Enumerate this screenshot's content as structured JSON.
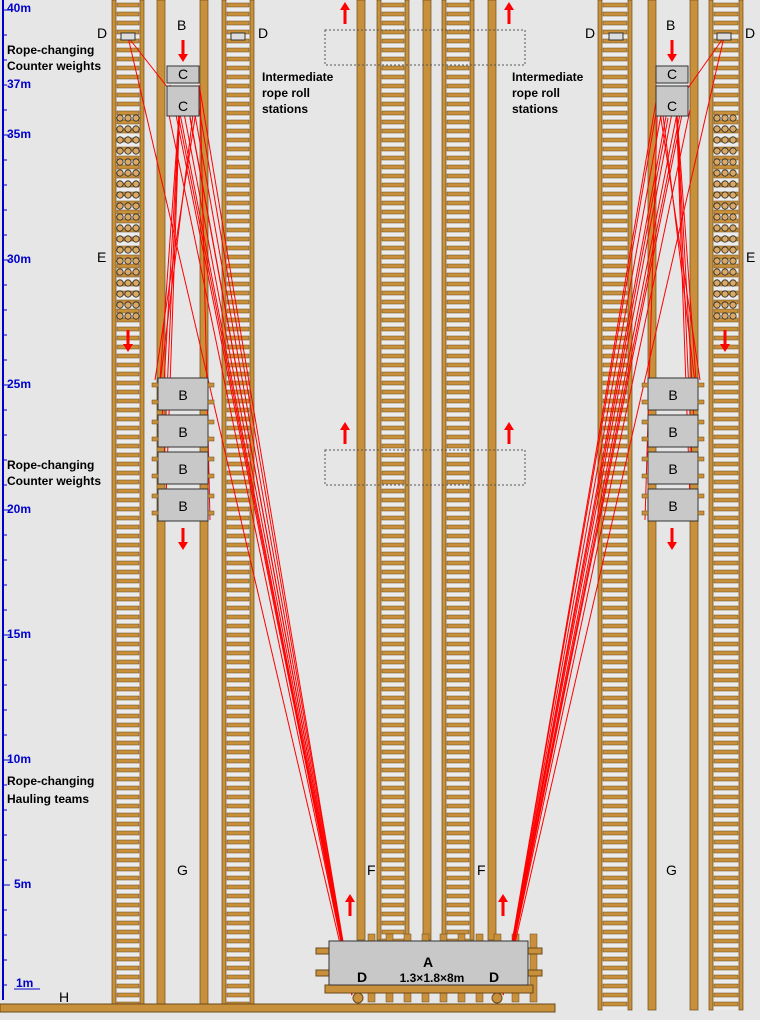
{
  "scale": {
    "marks": [
      "40m",
      "37m",
      "35m",
      "30m",
      "25m",
      "20m",
      "15m",
      "10m",
      "5m",
      "1m"
    ]
  },
  "captions": {
    "counterweights_top_1": "Rope-changing",
    "counterweights_top_2": "Counter weights",
    "counterweights_mid_1": "Rope-changing",
    "counterweights_mid_2": "Counter weights",
    "hauling_1": "Rope-changing",
    "hauling_2": "Hauling teams",
    "intermediate_left_1": "Intermediate",
    "intermediate_left_2": "rope roll",
    "intermediate_left_3": "stations",
    "intermediate_right_1": "Intermediate",
    "intermediate_right_2": "rope roll",
    "intermediate_right_3": "stations"
  },
  "letters": {
    "A": "A",
    "B": "B",
    "C": "C",
    "D": "D",
    "E": "E",
    "F": "F",
    "G": "G",
    "H": "H"
  },
  "block": {
    "label": "A",
    "dims": "1.3×1.8×8m"
  },
  "colors": {
    "background": "#e6e6e6",
    "wood": "#c8903a",
    "wood_dark": "#6b4a1a",
    "rope": "#ff0000",
    "arrow": "#ff0000",
    "scale": "#0000cc",
    "weight_box": "#c8c8c8"
  }
}
